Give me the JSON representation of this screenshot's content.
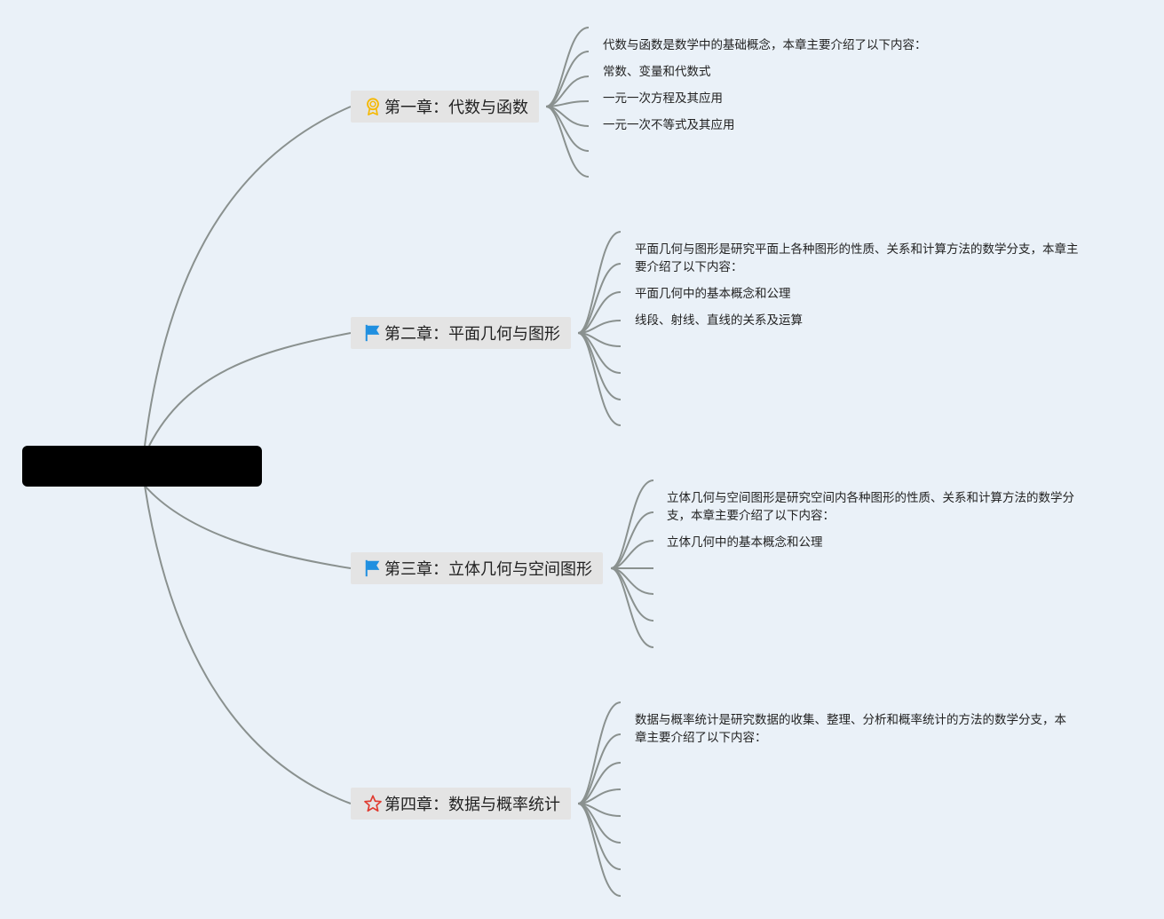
{
  "root": {
    "label": ""
  },
  "chapters": [
    {
      "title": "第一章：代数与函数",
      "icon": "award-ribbon-icon",
      "icon_color": "#f5b800",
      "items": [
        "代数与函数是数学中的基础概念，本章主要介绍了以下内容：",
        "常数、变量和代数式",
        "一元一次方程及其应用",
        "一元一次不等式及其应用",
        "",
        "",
        ""
      ]
    },
    {
      "title": "第二章：平面几何与图形",
      "icon": "flag-icon",
      "icon_color": "#1f8fe0",
      "items": [
        "平面几何与图形是研究平面上各种图形的性质、关系和计算方法的数学分支，本章主要介绍了以下内容：",
        "平面几何中的基本概念和公理",
        "线段、射线、直线的关系及运算",
        "",
        "",
        "",
        ""
      ]
    },
    {
      "title": "第三章：立体几何与空间图形",
      "icon": "flag-icon",
      "icon_color": "#1f8fe0",
      "items": [
        "立体几何与空间图形是研究空间内各种图形的性质、关系和计算方法的数学分支，本章主要介绍了以下内容：",
        "立体几何中的基本概念和公理",
        "",
        "",
        "",
        ""
      ]
    },
    {
      "title": "第四章：数据与概率统计",
      "icon": "star-outline-icon",
      "icon_color": "#e03a2f",
      "items": [
        "数据与概率统计是研究数据的收集、整理、分析和概率统计的方法的数学分支，本章主要介绍了以下内容：",
        "",
        "",
        "",
        "",
        "",
        "",
        ""
      ]
    }
  ]
}
